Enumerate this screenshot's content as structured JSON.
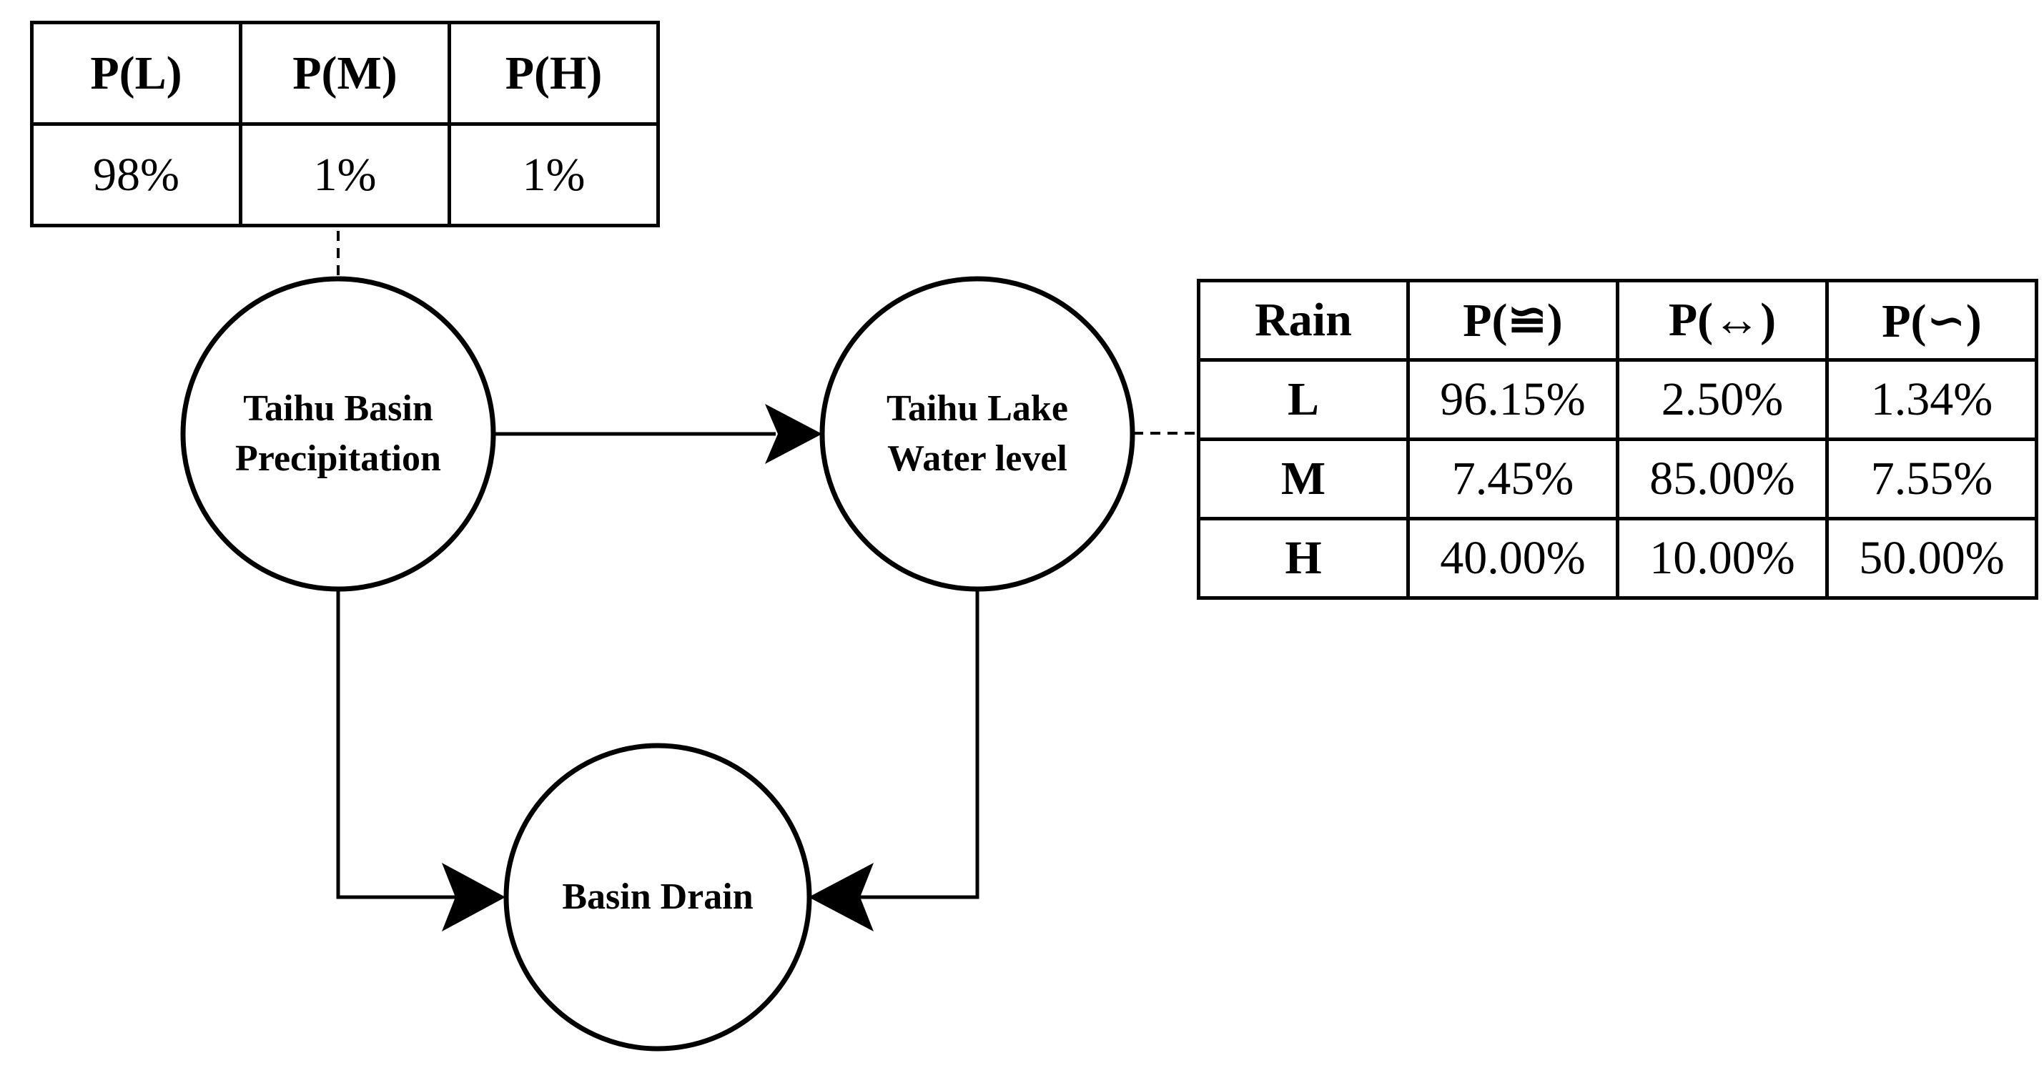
{
  "prior_table": {
    "headers": [
      "P(L)",
      "P(M)",
      "P(H)"
    ],
    "values": [
      "98%",
      "1%",
      "1%"
    ]
  },
  "cpt_table": {
    "headers": [
      "Rain",
      "P(≌)",
      "P(↔)",
      "P(∽)"
    ],
    "rows": [
      {
        "label": "L",
        "values": [
          "96.15%",
          "2.50%",
          "1.34%"
        ]
      },
      {
        "label": "M",
        "values": [
          "7.45%",
          "85.00%",
          "7.55%"
        ]
      },
      {
        "label": "H",
        "values": [
          "40.00%",
          "10.00%",
          "50.00%"
        ]
      }
    ]
  },
  "nodes": {
    "precipitation": {
      "line1": "Taihu Basin",
      "line2": "Precipitation"
    },
    "water_level": {
      "line1": "Taihu Lake",
      "line2": "Water level"
    },
    "drain": {
      "line1": "Basin Drain"
    }
  }
}
